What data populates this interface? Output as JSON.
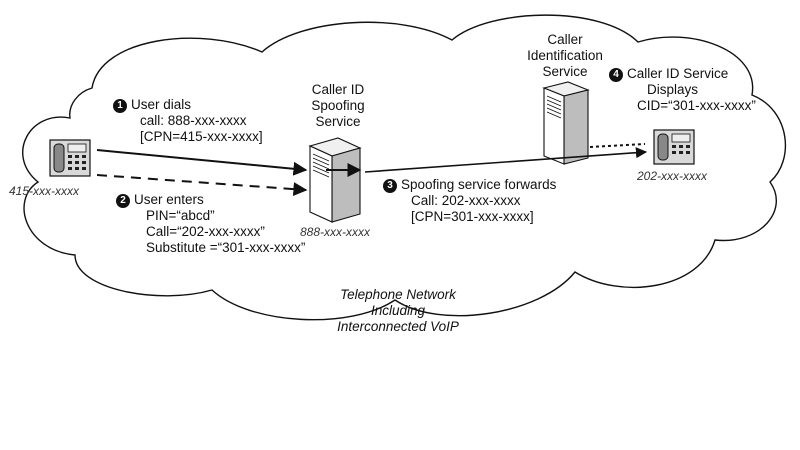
{
  "steps": [
    {
      "number": "1",
      "title": "User dials",
      "lines": [
        "call: 888-xxx-xxxx",
        "[CPN=415-xxx-xxxx]"
      ]
    },
    {
      "number": "2",
      "title": "User enters",
      "lines": [
        "PIN=“abcd”",
        "Call=“202-xxx-xxxx”",
        "Substitute =“301-xxx-xxxx”"
      ]
    },
    {
      "number": "3",
      "title": "Spoofing service forwards",
      "lines": [
        "Call: 202-xxx-xxxx",
        "[CPN=301-xxx-xxxx]"
      ]
    },
    {
      "number": "4",
      "title": "Caller ID Service",
      "lines": [
        "Displays",
        "CID=“301-xxx-xxxx”"
      ]
    }
  ],
  "nodes": {
    "caller_phone": {
      "number": "415-xxx-xxxx",
      "icon": "desk-phone-icon"
    },
    "spoofing_service": {
      "label_lines": [
        "Caller ID",
        "Spoofing",
        "Service"
      ],
      "number": "888-xxx-xxxx",
      "icon": "server-icon"
    },
    "caller_id_service": {
      "label_lines": [
        "Caller",
        "Identification",
        "Service"
      ],
      "icon": "server-icon"
    },
    "recipient_phone": {
      "number": "202-xxx-xxxx",
      "icon": "desk-phone-icon"
    }
  },
  "network_label": [
    "Telephone Network",
    "Including",
    "Interconnected VoIP"
  ]
}
